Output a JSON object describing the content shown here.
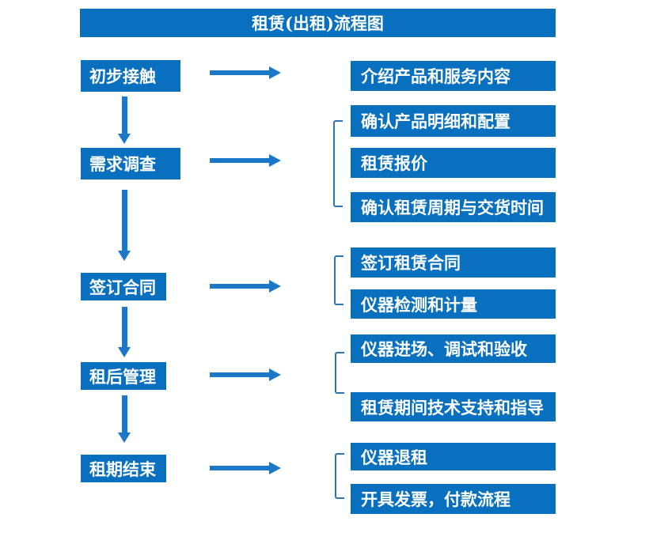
{
  "title": "租赁(出租)流程图",
  "colors": {
    "box": "#0870be",
    "arrow": "#1b78c8",
    "bracket": "#2e74b5",
    "text": "#ffffff",
    "background": "#ffffff"
  },
  "stages": [
    {
      "label": "初步接触",
      "details": [
        "介绍产品和服务内容"
      ]
    },
    {
      "label": "需求调查",
      "details": [
        "确认产品明细和配置",
        "租赁报价",
        "确认租赁周期与交货时间"
      ]
    },
    {
      "label": "签订合同",
      "details": [
        "签订租赁合同",
        "仪器检测和计量"
      ]
    },
    {
      "label": "租后管理",
      "details": [
        "仪器进场、调试和验收",
        "租赁期间技术支持和指导"
      ]
    },
    {
      "label": "租期结束",
      "details": [
        "仪器退租",
        "开具发票，付款流程"
      ]
    }
  ]
}
